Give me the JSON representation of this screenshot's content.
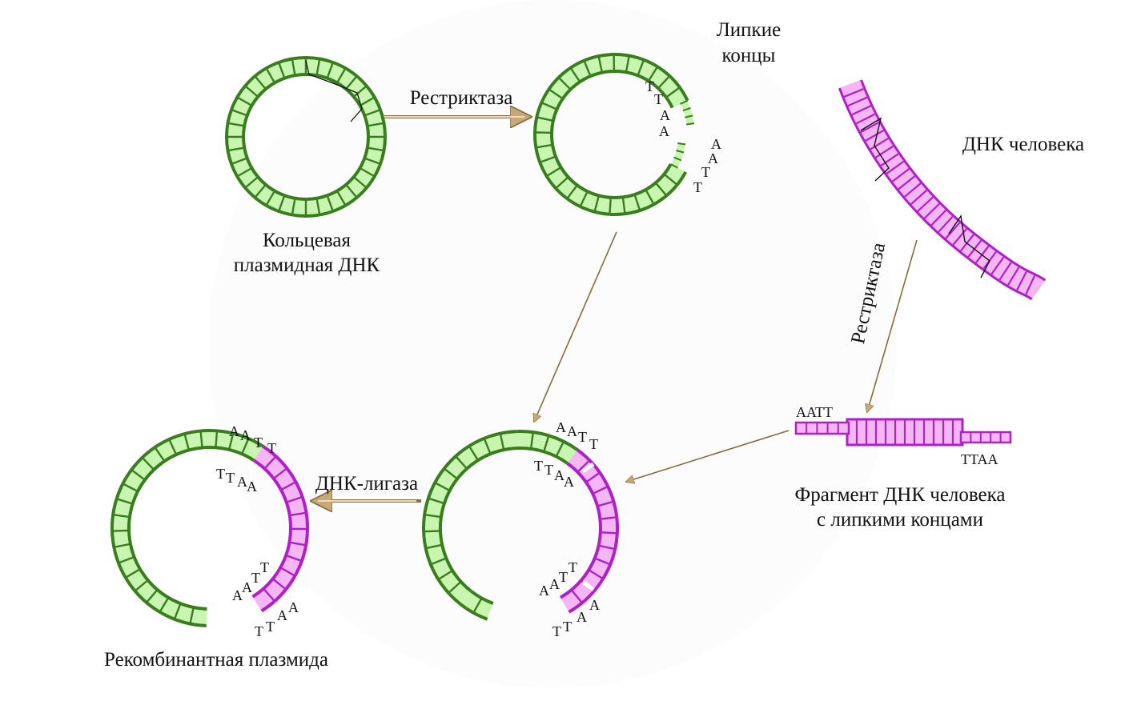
{
  "colors": {
    "plasmid_fill": "#c8f5b0",
    "plasmid_stroke": "#3a7d1e",
    "human_fill": "#f4b6f4",
    "human_stroke": "#b020c8",
    "arrow_fill": "#e7d3ae",
    "arrow_stroke": "#8a6a3a"
  },
  "labels": {
    "circular_plasmid": [
      "Кольцевая",
      "плазмидная ДНК"
    ],
    "restriction_enzyme_1": "Рестриктаза",
    "sticky_ends": [
      "Липкие",
      "концы"
    ],
    "human_dna": "ДНК человека",
    "restriction_enzyme_2": "Рестриктаза",
    "fragment": [
      "Фрагмент ДНК человека",
      "с липкими концами"
    ],
    "ligase": "ДНК-лигаза",
    "recombinant": "Рекомбинантная плазмида"
  },
  "sequences": {
    "aatt": "AATT",
    "ttaa": "TTAA"
  }
}
